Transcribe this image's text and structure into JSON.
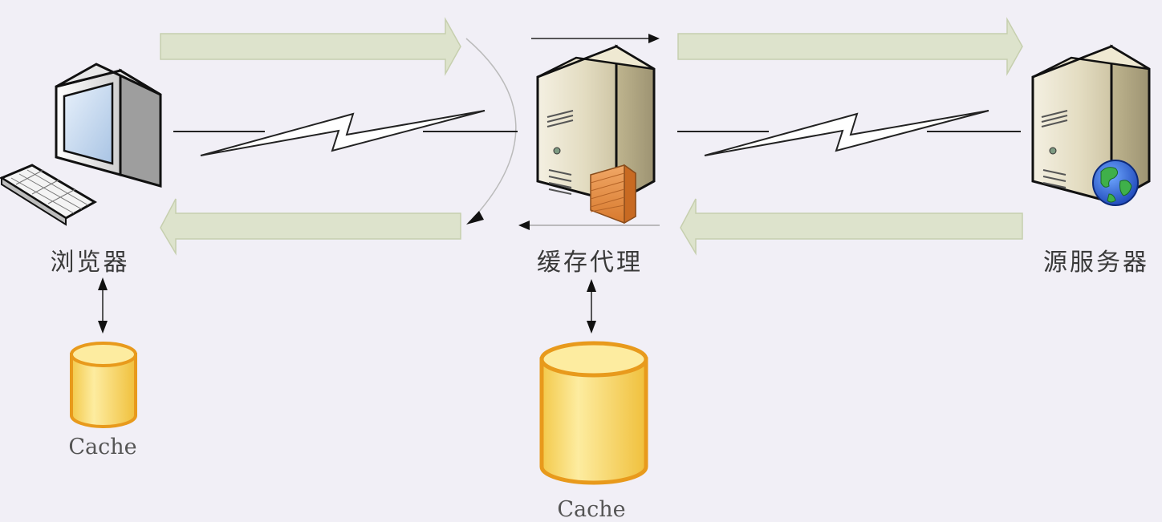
{
  "nodes": {
    "browser": {
      "label": "浏览器",
      "cache_label": "Cache"
    },
    "proxy": {
      "label": "缓存代理",
      "cache_label": "Cache"
    },
    "origin": {
      "label": "源服务器"
    }
  },
  "colors": {
    "background": "#f1eff6",
    "flow_arrow": "#dde3cc",
    "flow_arrow_stroke": "#c6cfae",
    "cache_fill": "#f7d66a",
    "cache_stroke": "#e89a1c",
    "firewall": "#e58a3c",
    "line": "#222222"
  },
  "icons": [
    "desktop-computer-icon",
    "server-firewall-icon",
    "server-globe-icon",
    "database-cache-icon",
    "lightning-link-icon"
  ]
}
